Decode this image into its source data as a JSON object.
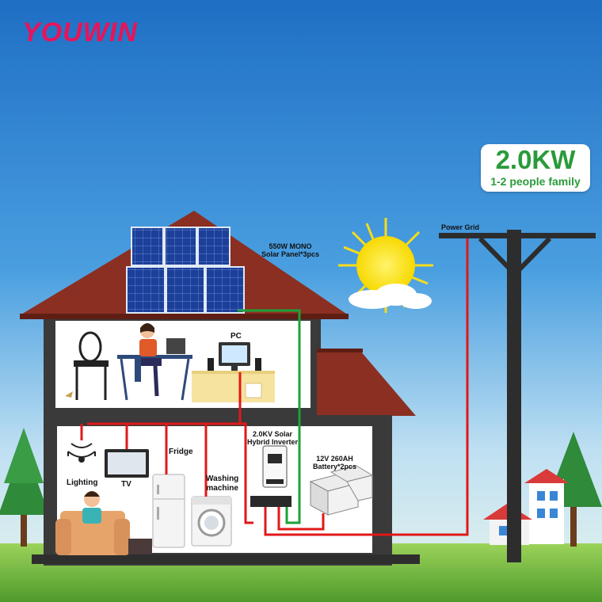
{
  "brand": "YOUWIN",
  "badge": {
    "power": "2.0KW",
    "subtitle": "1-2 people family"
  },
  "labels": {
    "panel_line1": "550W MONO",
    "panel_line2": "Solar Panel*3pcs",
    "pc": "PC",
    "power_grid": "Power Grid",
    "inverter_line1": "2.0KV Solar",
    "inverter_line2": "Hybrid Inverter",
    "battery_line1": "12V 260AH",
    "battery_line2": "Battery*2pcs",
    "lighting": "Lighting",
    "tv": "TV",
    "fridge": "Fridge",
    "washing_line1": "Washing",
    "washing_line2": "machine"
  },
  "colors": {
    "brand": "#e8145a",
    "badge_text": "#2a9b3a",
    "wire_red": "#e01818",
    "wire_green": "#1aa33a",
    "roof": "#8a2f22",
    "sky_top": "#1e73c8",
    "grass": "#7cc24a"
  }
}
